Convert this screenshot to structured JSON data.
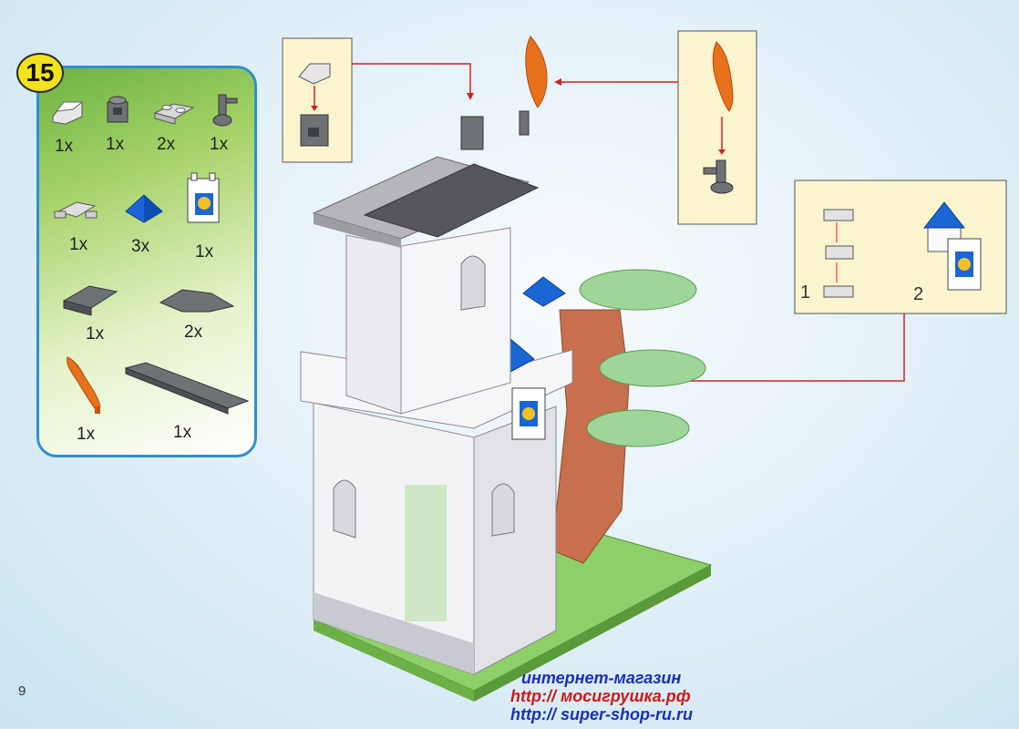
{
  "step": {
    "number": "15"
  },
  "parts": [
    {
      "name": "slope-brick",
      "qty": "1x"
    },
    {
      "name": "brick-1x1-clip",
      "qty": "1x"
    },
    {
      "name": "plate-1x2",
      "qty": "2x"
    },
    {
      "name": "bar-holder",
      "qty": "1x"
    },
    {
      "name": "plate-clips",
      "qty": "1x"
    },
    {
      "name": "roof-tile-blue",
      "qty": "3x"
    },
    {
      "name": "flag-banner",
      "qty": "1x"
    },
    {
      "name": "plate-2x3-dark",
      "qty": "1x"
    },
    {
      "name": "wedge-plate-dark",
      "qty": "2x"
    },
    {
      "name": "flame-piece",
      "qty": "1x"
    },
    {
      "name": "plate-1x8-dark",
      "qty": "1x"
    }
  ],
  "callouts": {
    "banner": {
      "step1": "1",
      "step2": "2"
    }
  },
  "page": {
    "number": "9"
  },
  "store": {
    "line1": "интернет-магазин",
    "line2": "http:// мосигрушка.рф",
    "line3": "http:// super-shop-ru.ru",
    "color_line1": "#1a2fb8",
    "color_line2": "#d01818",
    "color_line3": "#1a2fb8"
  },
  "colors": {
    "panel_border": "#2f8fd0",
    "badge": "#f4e21a",
    "arrow": "#d42020"
  }
}
